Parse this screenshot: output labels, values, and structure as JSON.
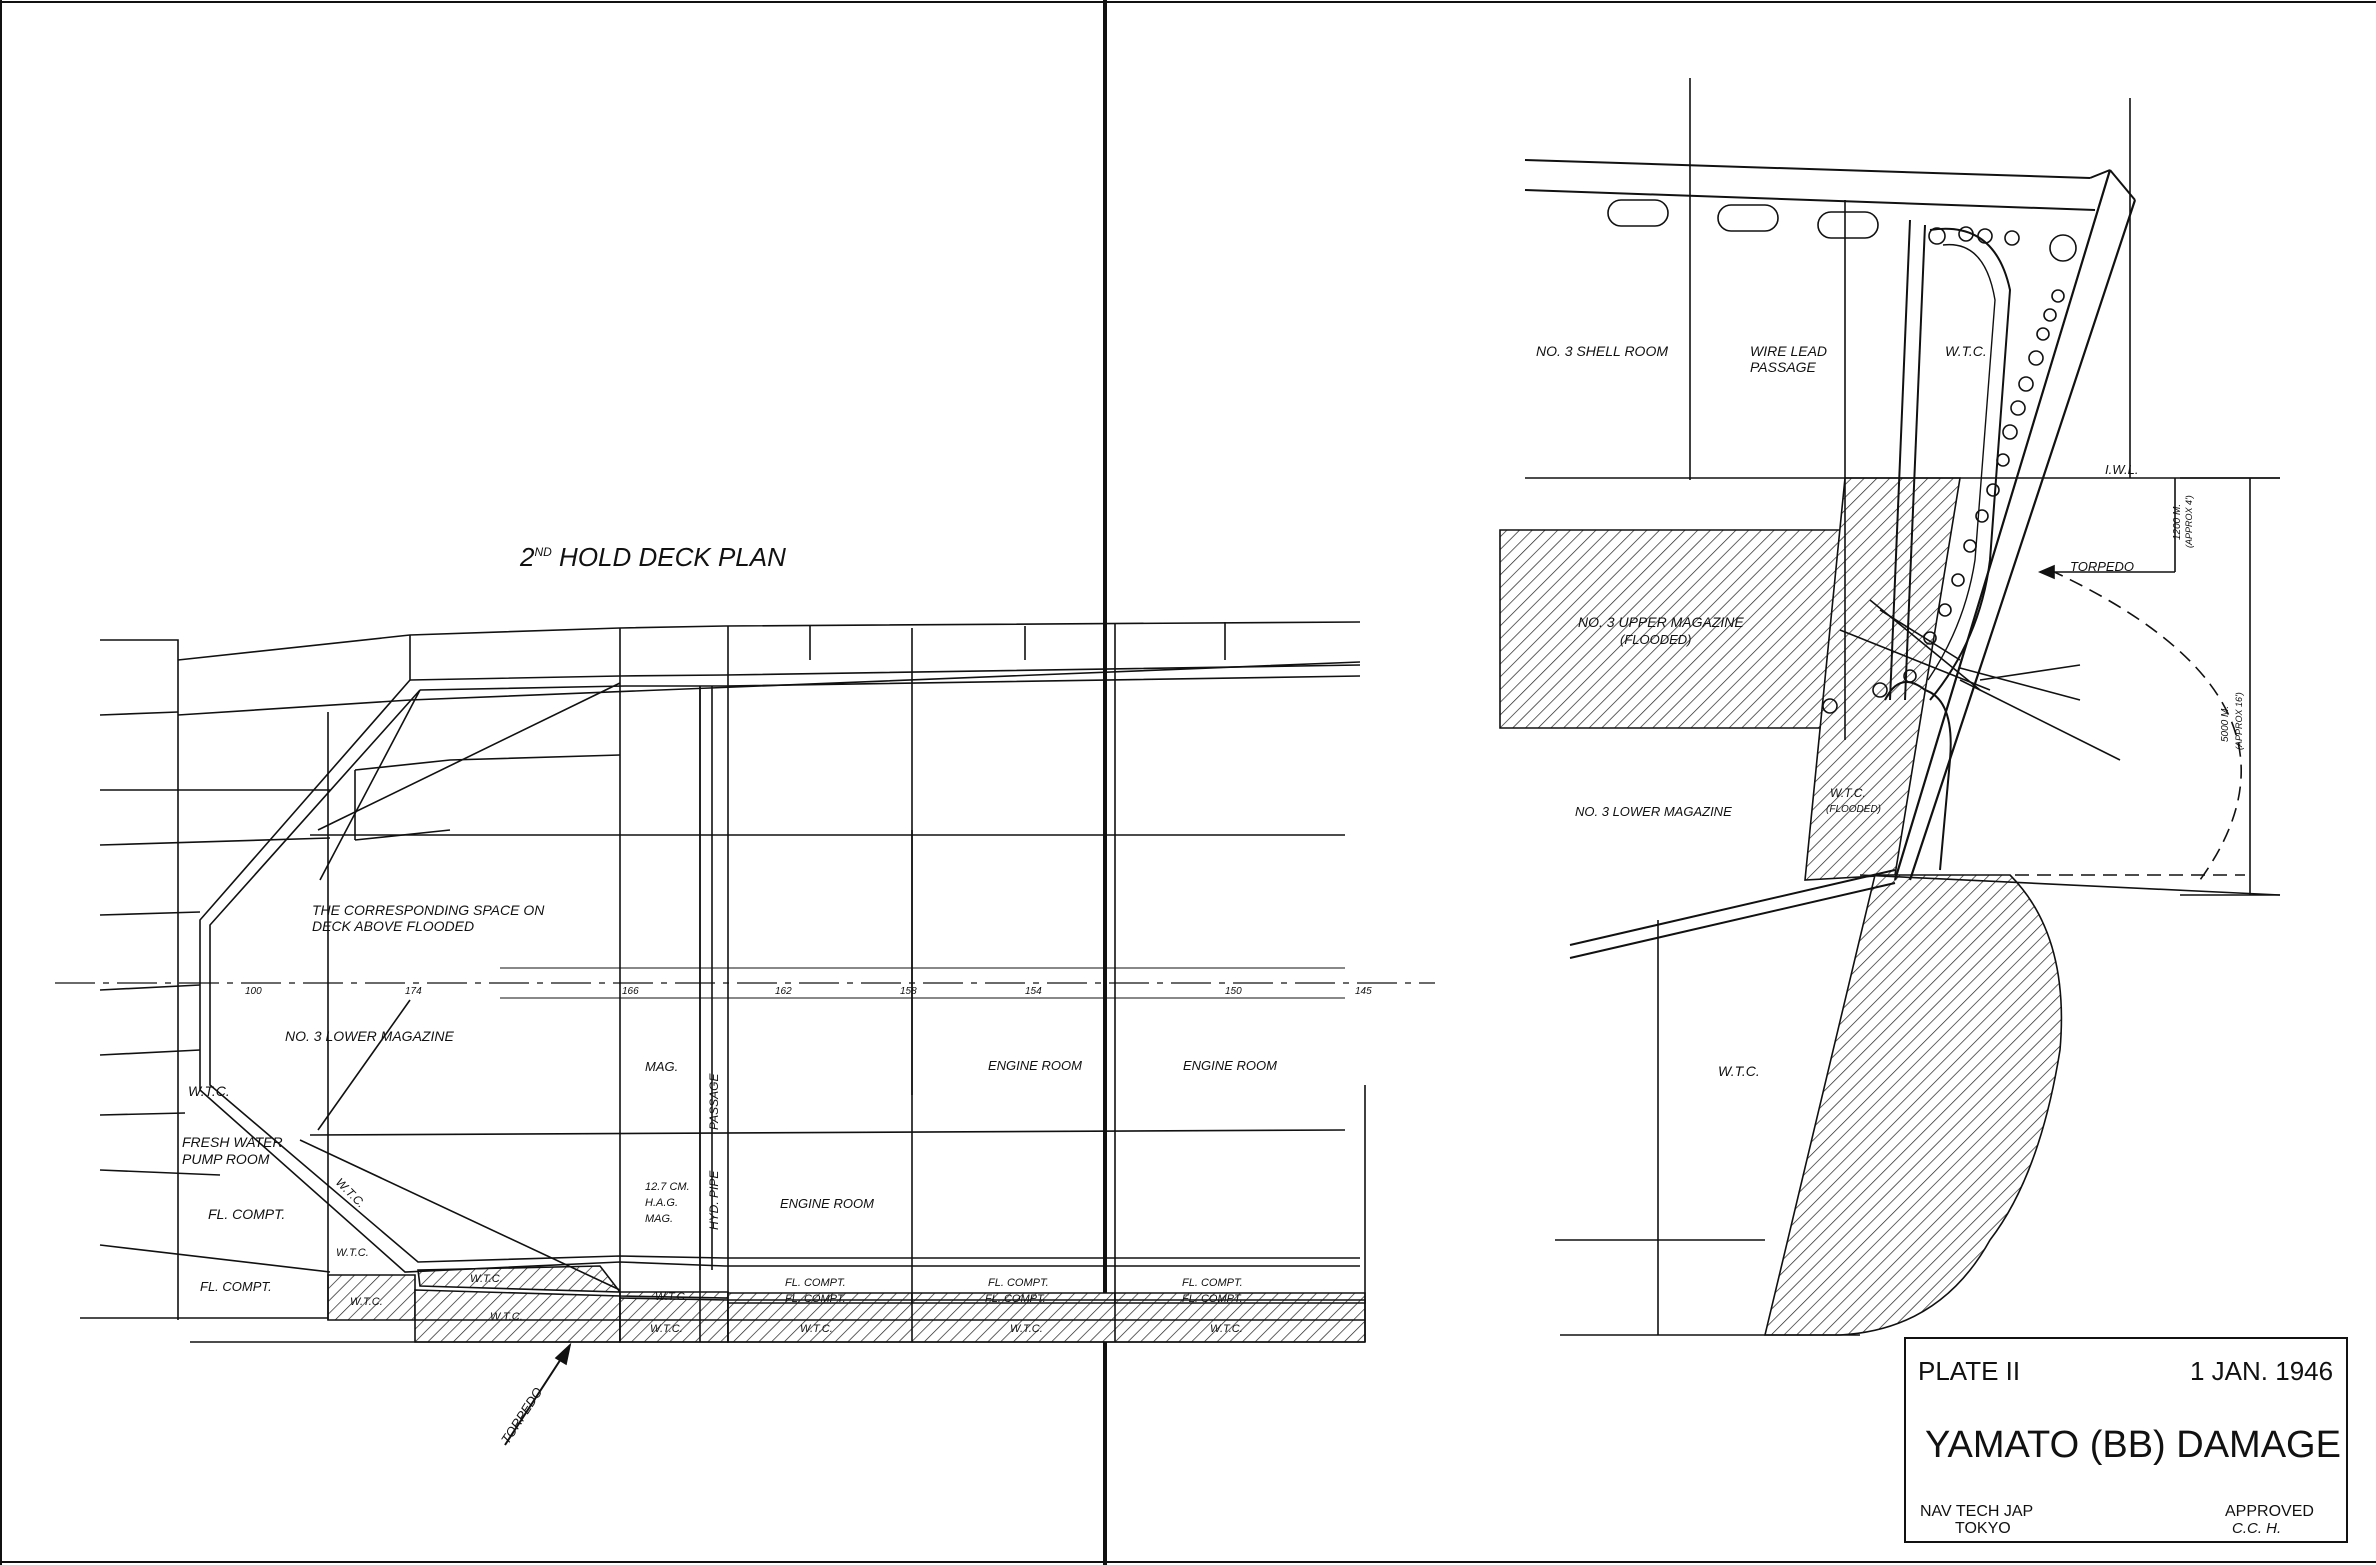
{
  "deck_plan": {
    "title": "2ND HOLD DECK PLAN",
    "title_prefix": "2",
    "title_sup": "ND",
    "title_main": " HOLD DECK PLAN",
    "frames": [
      "100",
      "174",
      "166",
      "162",
      "158",
      "154",
      "150",
      "145"
    ],
    "corresponding_1": "THE CORRESPONDING SPACE ON",
    "corresponding_2": "DECK ABOVE FLOODED",
    "lower_mag": "NO. 3 LOWER MAGAZINE",
    "wtc": "W.T.C.",
    "fresh_water_1": "FRESH WATER",
    "fresh_water_2": "PUMP ROOM",
    "fl_compt_a": "FL. COMPT.",
    "fl_compt_b": "FL. COMPT.",
    "mag": "MAG.",
    "haa_1": "12.7 CM.",
    "haa_2": "H.A.G.",
    "haa_3": "MAG.",
    "hyd_pipe": "HYD. PIPE",
    "passage": "PASSAGE",
    "engine_room": "ENGINE ROOM",
    "torpedo": "TORPEDO",
    "fl_compt_caps": "FL. COMPT.",
    "wtc_caps": "W.T.C."
  },
  "section": {
    "shell_room": "NO. 3 SHELL ROOM",
    "wire_lead_1": "WIRE LEAD",
    "wire_lead_2": "PASSAGE",
    "wtc": "W.T.C.",
    "iwl": "I.W.L.",
    "upper_mag_1": "NO. 3 UPPER MAGAZINE",
    "upper_mag_2": "(FLOODED)",
    "torpedo": "TORPEDO",
    "lower_mag": "NO. 3 LOWER MAGAZINE",
    "wtc_flooded_1": "W.T.C.",
    "wtc_flooded_2": "(FLOODED)",
    "dim_1200_1": "1200 M.",
    "dim_1200_2": "(APPROX 4')",
    "dim_5000_1": "5000 M.",
    "dim_5000_2": "(APPROX 16')",
    "wtc_lower": "W.T.C."
  },
  "title_block": {
    "plate": "PLATE II",
    "date": "1 JAN. 1946",
    "title": "YAMATO (BB) DAMAGE",
    "org_1": "NAV TECH JAP",
    "org_2": "TOKYO",
    "approved": "APPROVED",
    "approver": "C.C. H."
  },
  "colors": {
    "ink": "#111111",
    "paper": "#ffffff"
  }
}
